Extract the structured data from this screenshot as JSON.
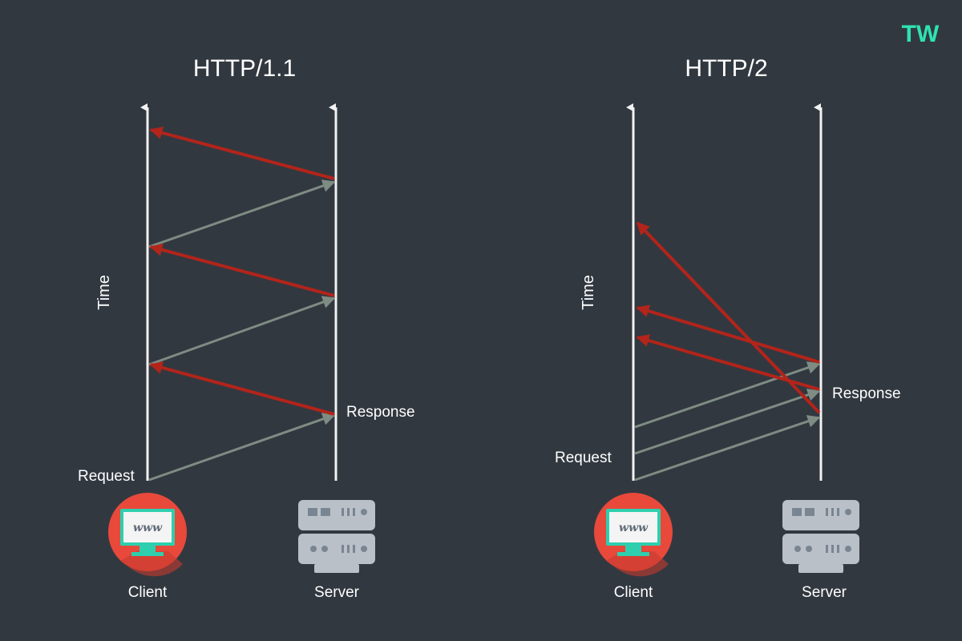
{
  "brand": {
    "logo_text": "TW",
    "logo_color": "#2ee3b3"
  },
  "colors": {
    "background": "#323840",
    "axis": "#f2f2f2",
    "request_arrow": "#7e8c83",
    "response_arrow": "#b3241a",
    "client_circle": "#e8493b",
    "client_screen": "#2ecfae",
    "server_body": "#b9c0c8"
  },
  "left_panel": {
    "title": "HTTP/1.1",
    "time_label": "Time",
    "request_label": "Request",
    "response_label": "Response",
    "client_label": "Client",
    "server_label": "Server",
    "client_icon_text": "www"
  },
  "right_panel": {
    "title": "HTTP/2",
    "time_label": "Time",
    "request_label": "Request",
    "response_label": "Response",
    "client_label": "Client",
    "server_label": "Server",
    "client_icon_text": "www"
  }
}
